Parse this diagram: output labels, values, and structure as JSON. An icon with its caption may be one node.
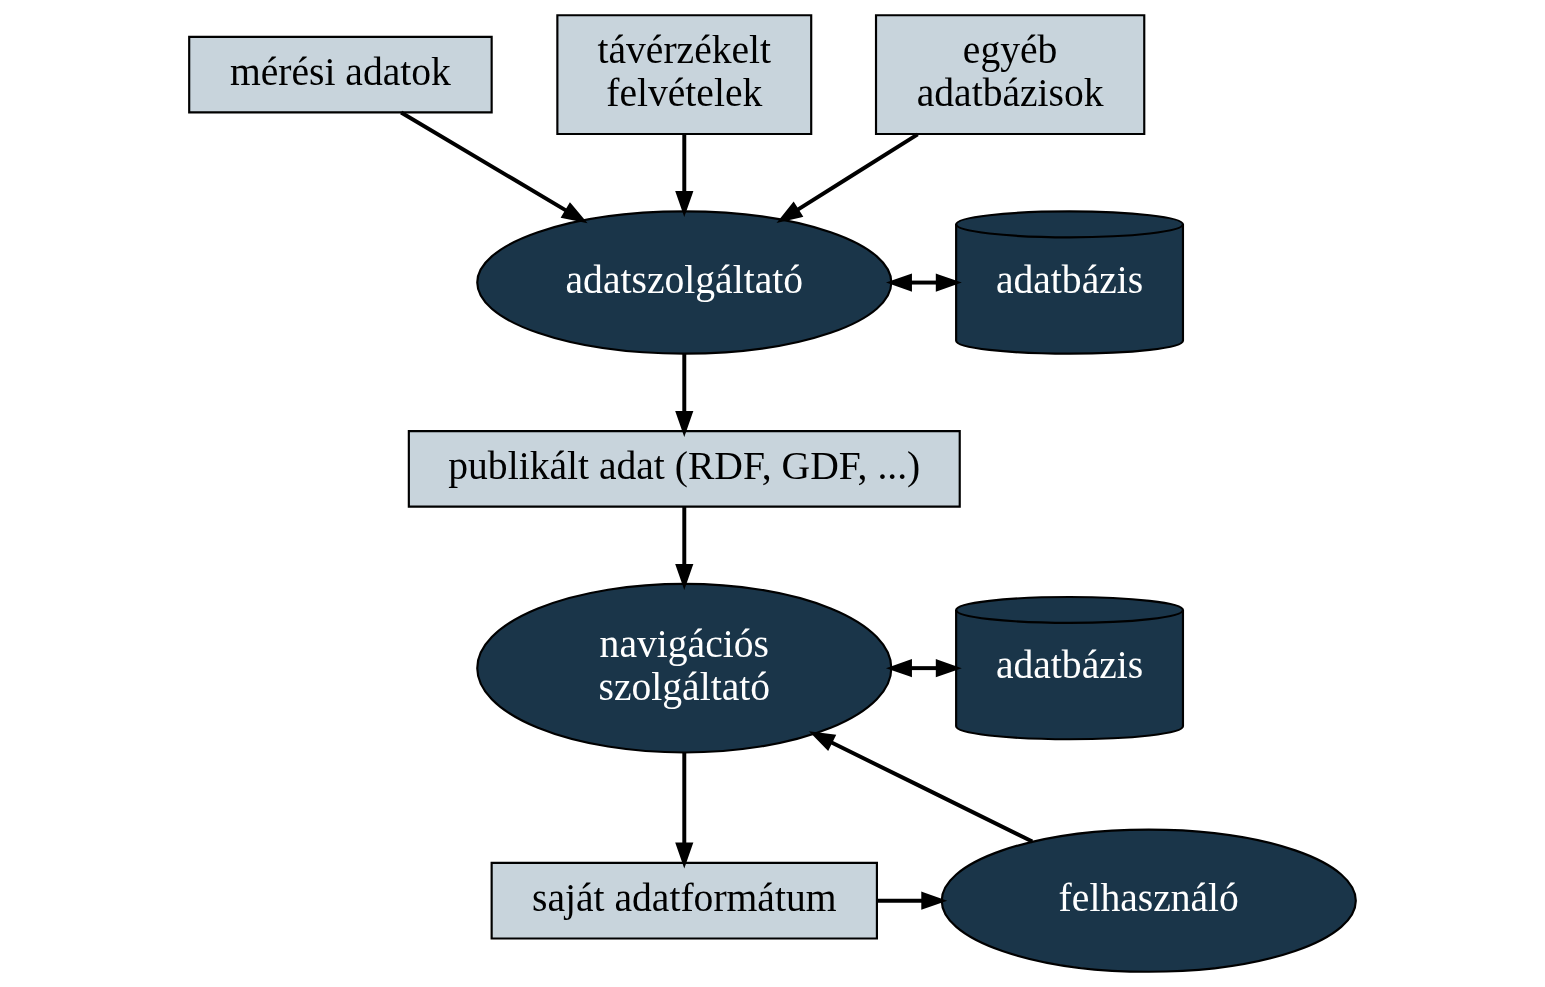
{
  "diagram": {
    "nodes": [
      {
        "text": [
          "mérési adatok"
        ]
      },
      {
        "text": [
          "távérzékelt felvételek"
        ]
      },
      {
        "text": [
          "egyéb adatbázisok"
        ]
      },
      {
        "text": [
          "adatszolgáltató"
        ]
      },
      {
        "text": [
          "adatbázis"
        ]
      },
      {
        "text": [
          "publikált adat (RDF, GDF, ...)"
        ]
      },
      {
        "text": [
          "navigációs szolgáltató"
        ]
      },
      {
        "text": [
          "adatbázis"
        ]
      },
      {
        "text": [
          "felhasználó"
        ]
      },
      {
        "text": [
          "saját adatformátum"
        ]
      }
    ],
    "edges": [
      {
        "from": 0,
        "to": 3,
        "arrow": "to"
      },
      {
        "from": 1,
        "to": 3,
        "arrow": "to"
      },
      {
        "from": 2,
        "to": 3,
        "arrow": "to"
      },
      {
        "from": 3,
        "to": 4,
        "arrow": "both"
      },
      {
        "from": 3,
        "to": 5,
        "arrow": "to"
      },
      {
        "from": 5,
        "to": 6,
        "arrow": "to"
      },
      {
        "from": 6,
        "to": 7,
        "arrow": "both"
      },
      {
        "from": 6,
        "to": 9,
        "arrow": "to"
      },
      {
        "from": 9,
        "to": 8,
        "arrow": "to"
      },
      {
        "from": 8,
        "to": 6,
        "arrow": "to"
      }
    ]
  }
}
